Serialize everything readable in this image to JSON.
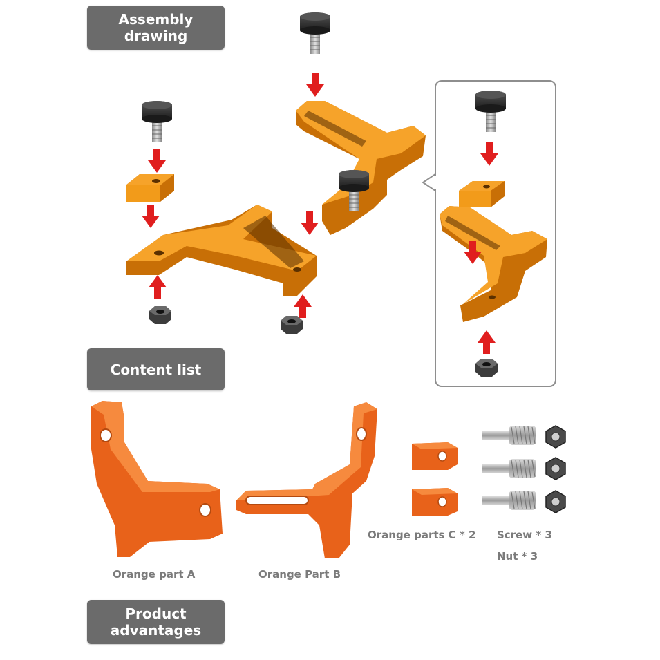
{
  "sections": {
    "assembly": [
      "Assembly",
      "drawing"
    ],
    "content": [
      "Content list"
    ],
    "advantages": [
      "Product",
      "advantages"
    ]
  },
  "captions": {
    "part_a": "Orange part A",
    "part_b": "Orange Part B",
    "part_c": "Orange parts C * 2",
    "screw": "Screw * 3",
    "nut": "Nut * 3"
  },
  "colors": {
    "badge": "#6b6b6b",
    "orange_render": "#f29b1a",
    "orange_print": "#f2742a",
    "arrow": "#e01e1e",
    "caption": "#7b7b7b"
  }
}
